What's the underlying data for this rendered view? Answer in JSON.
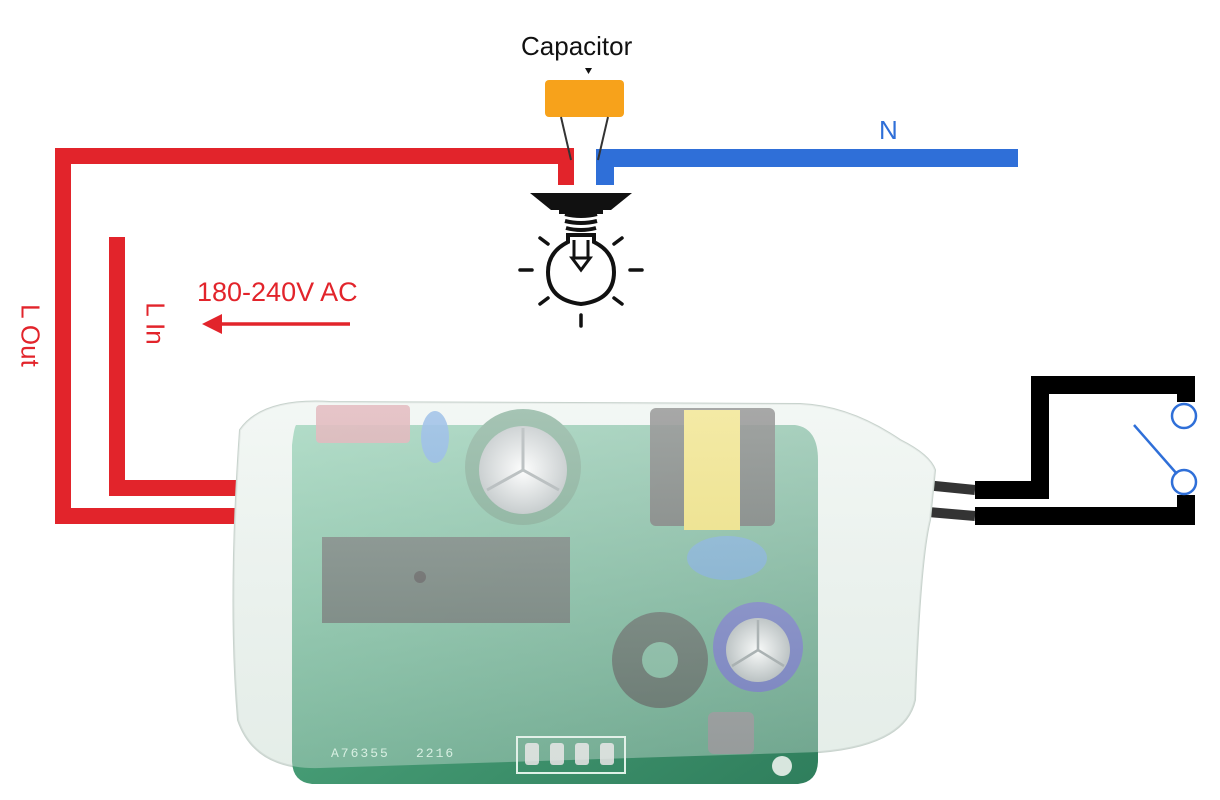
{
  "labels": {
    "capacitor": "Capacitor",
    "neutral": "N",
    "voltage": "180-240V AC",
    "l_out": "L Out",
    "l_in": "L In",
    "board_model": "A76355",
    "board_code": "2216"
  },
  "colors": {
    "live_wire": "#e2242b",
    "neutral_wire": "#2f6fd8",
    "switch_wire": "#000000",
    "capacitor_body": "#f7a21b",
    "pcb": "#3f9a72",
    "switch_contact": "#2f6fd8"
  },
  "icons": [
    "light-bulb-icon",
    "switch-icon",
    "arrow-left-icon"
  ]
}
